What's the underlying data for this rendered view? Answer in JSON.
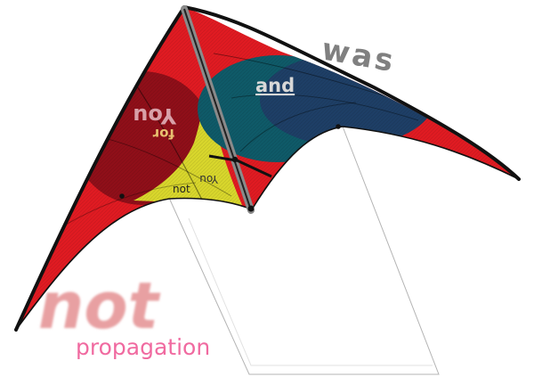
{
  "labels": {
    "was": "was",
    "and": "and",
    "you_left": "You",
    "for": "for",
    "you_small": "You",
    "not_small": "not",
    "not_big": "not",
    "propagation": "propagation"
  },
  "colors": {
    "kite_red": "#e01b22",
    "kite_dark_red": "#8f0f19",
    "kite_yellow": "#d8d62c",
    "kite_teal": "#0f5a68",
    "kite_navy": "#1e3f66",
    "kite_frame": "#111111",
    "spine_grey": "#8a8a8a",
    "line_grey": "#b4b4b4",
    "text_pink": "#e8a0a2",
    "text_grey": "#808080",
    "text_light": "#d8d8d8"
  }
}
